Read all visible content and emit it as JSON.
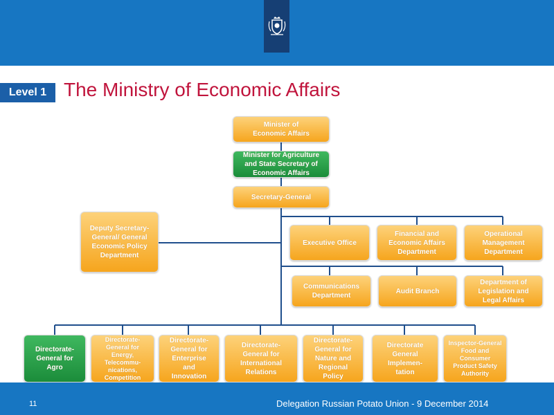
{
  "header": {
    "level_label": "Level 1",
    "title": "The Ministry of Economic Affairs",
    "emblem_icon": "coat-of-arms-icon"
  },
  "org_chart": {
    "minister": "Minister of Economic Affairs",
    "minister_agriculture": "Minister for Agriculture and State Secretary of Economic Affairs",
    "secretary_general": "Secretary-General",
    "deputy": "Deputy Secretary-General/ General Economic Policy Department",
    "staff_row1": [
      "Executive Office",
      "Financial and Economic Affairs Department",
      "Operational Management Department"
    ],
    "staff_row2": [
      "Communications Department",
      "Audit Branch",
      "Department of Legislation and Legal Affairs"
    ],
    "directorates": [
      "Directorate-General for Agro",
      "Directorate-General for Energy, Telecommu-nications, Competition",
      "Directorate-General for Enterprise and Innovation",
      "Directorate-General for International Relations",
      "Directorate-General for Nature and Regional Policy",
      "Directorate General Implemen-tation",
      "Inspector-General Food and Consumer Product Safety Authority"
    ]
  },
  "footer": {
    "page_number": "11",
    "text": "Delegation Russian Potato Union - 9 December 2014"
  },
  "colors": {
    "banner": "#1776c2",
    "emblem_bg": "#163f74",
    "title": "#c0143c",
    "box_orange": "#f6a51d",
    "box_green": "#1b8c3a",
    "connector": "#1f4e8c"
  }
}
